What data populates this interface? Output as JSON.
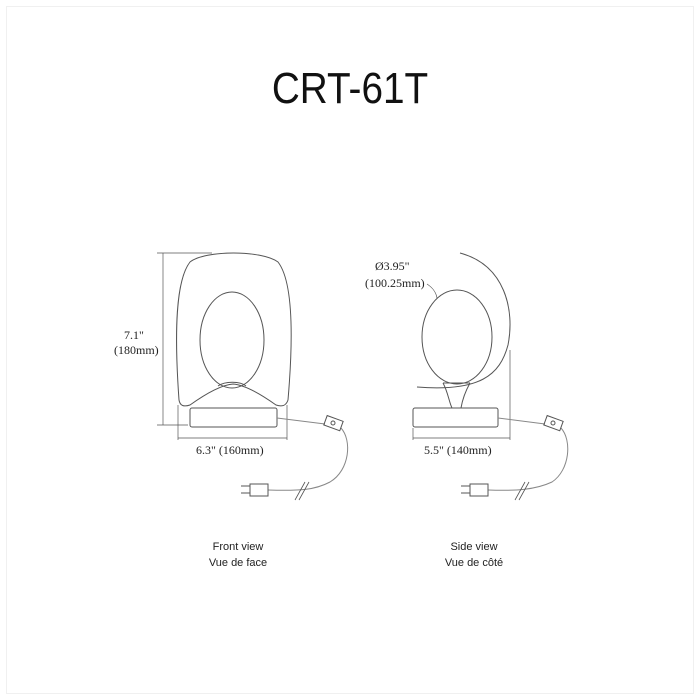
{
  "model": "CRT-61T",
  "front_view": {
    "height_in": "7.1\"",
    "height_mm": "(180mm)",
    "width_label": "6.3\" (160mm)",
    "caption_en": "Front view",
    "caption_fr": "Vue de face"
  },
  "side_view": {
    "diameter_in": "Ø3.95\"",
    "diameter_mm": "(100.25mm)",
    "width_label": "5.5\" (140mm)",
    "caption_en": "Side view",
    "caption_fr": "Vue de côté"
  },
  "colors": {
    "line": "#555555",
    "text": "#222222"
  }
}
